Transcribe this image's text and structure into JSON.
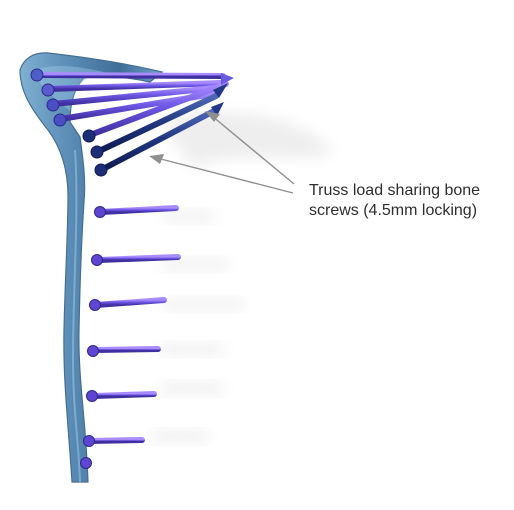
{
  "annotation": {
    "lines": [
      "Truss load sharing bone",
      "screws (4.5mm locking)"
    ]
  },
  "colors": {
    "plate": "#5c8fb7",
    "screw": "#6c55d8",
    "dark_screw": "#1c2f7b",
    "pointer": "#8f8f8f"
  },
  "figure": {
    "subject": "bone plate with locking screws",
    "screw_count_visible": 14
  }
}
